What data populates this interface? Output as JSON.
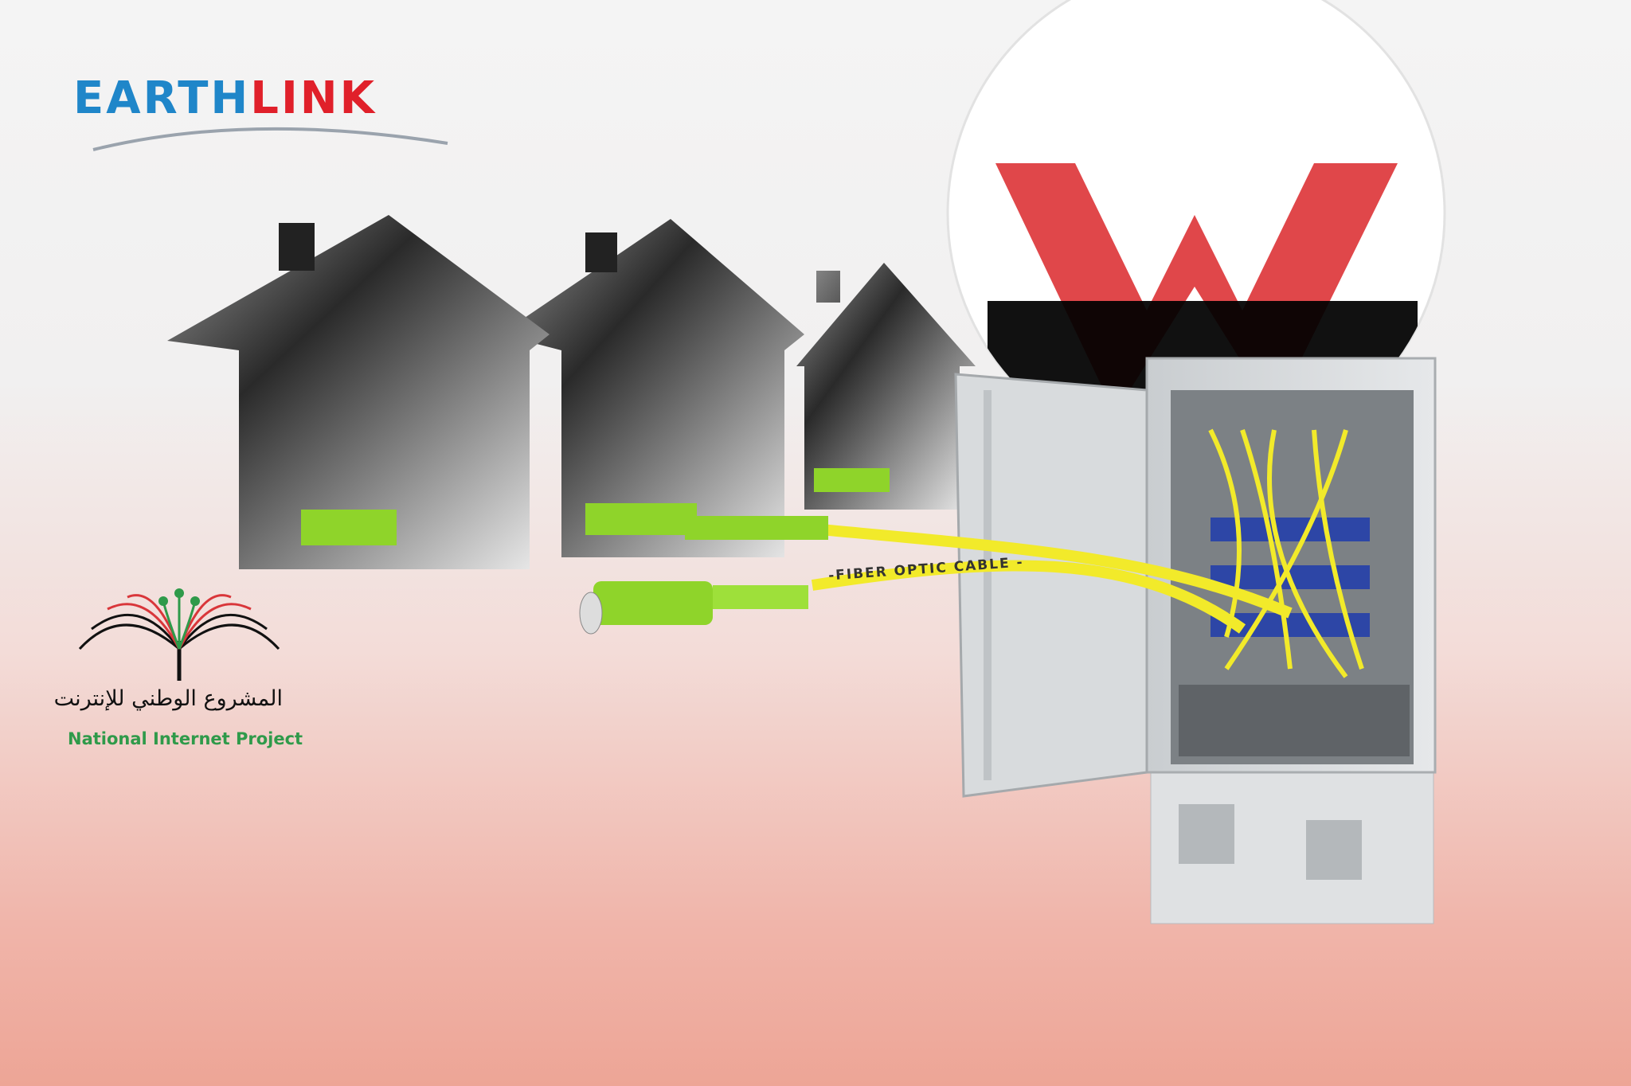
{
  "brand": {
    "name_part1": "EARTH",
    "name_part2": "LINK"
  },
  "partner_logo": {
    "letter": "W",
    "colors": {
      "top": "#e0474a",
      "bottom": "#111111"
    }
  },
  "project_logo": {
    "arabic_title": "المشروع الوطني للإنترنت",
    "english_title": "National Internet Project"
  },
  "cable": {
    "label": "-FIBER OPTIC CABLE -"
  },
  "colors": {
    "accent_red": "#e0202a",
    "accent_blue": "#1f86c9",
    "connector_green": "#8fd42a",
    "cable_yellow": "#f2ea2a"
  }
}
